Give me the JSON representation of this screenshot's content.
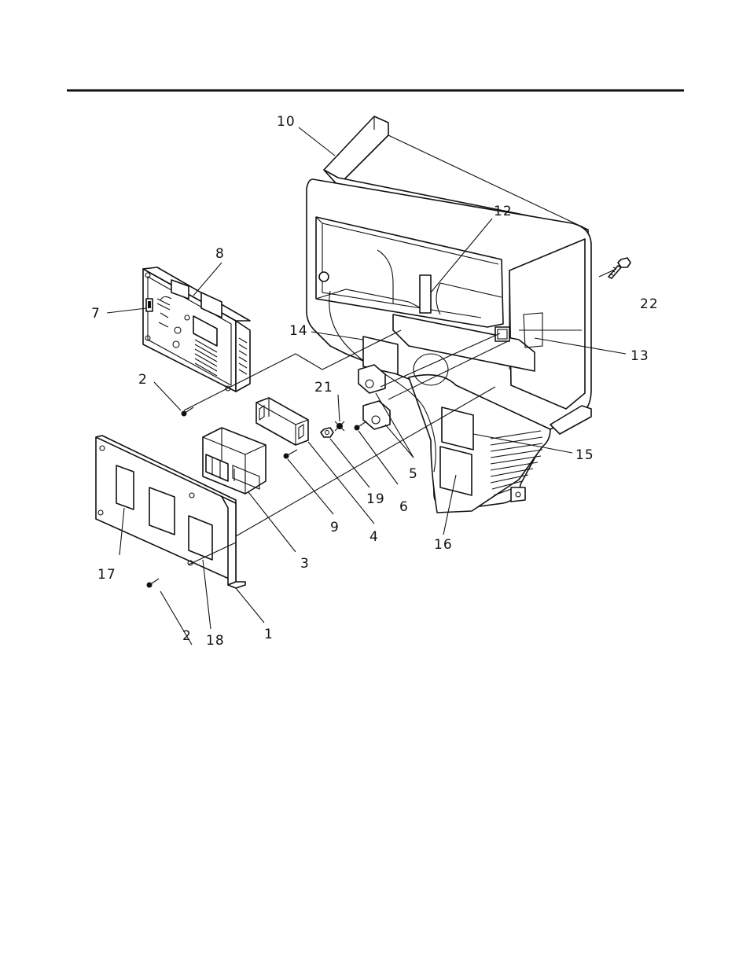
{
  "labels": [
    {
      "id": "1",
      "text": "1"
    },
    {
      "id": "2a",
      "text": "2"
    },
    {
      "id": "2b",
      "text": "2"
    },
    {
      "id": "3",
      "text": "3"
    },
    {
      "id": "4",
      "text": "4"
    },
    {
      "id": "5",
      "text": "5"
    },
    {
      "id": "6",
      "text": "6"
    },
    {
      "id": "7",
      "text": "7"
    },
    {
      "id": "8",
      "text": "8"
    },
    {
      "id": "9",
      "text": "9"
    },
    {
      "id": "10",
      "text": "10"
    },
    {
      "id": "12",
      "text": "12"
    },
    {
      "id": "13",
      "text": "13"
    },
    {
      "id": "14",
      "text": "14"
    },
    {
      "id": "15",
      "text": "15"
    },
    {
      "id": "16",
      "text": "16"
    },
    {
      "id": "17",
      "text": "17"
    },
    {
      "id": "18",
      "text": "18"
    },
    {
      "id": "19",
      "text": "19"
    },
    {
      "id": "21",
      "text": "21"
    },
    {
      "id": "22",
      "text": "22"
    }
  ]
}
